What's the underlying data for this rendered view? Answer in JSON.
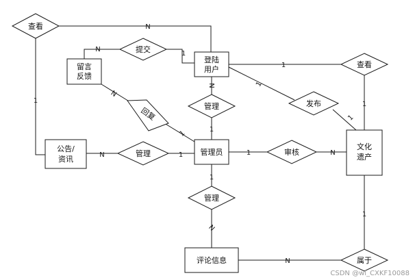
{
  "entities": {
    "login_user": [
      "登陆",
      "用户"
    ],
    "feedback": [
      "留言",
      "反馈"
    ],
    "notice": [
      "公告/",
      "资讯"
    ],
    "admin": [
      "管理员"
    ],
    "heritage": [
      "文化",
      "遗产"
    ],
    "comment": [
      "评论信息"
    ]
  },
  "relationships": {
    "view_left": "查看",
    "submit": "提交",
    "manage_top": "管理",
    "reply": "回复",
    "manage_left": "管理",
    "review": "审核",
    "manage_bottom": "管理",
    "view_right": "查看",
    "publish": "发布",
    "belong": "属于"
  },
  "cardinality": {
    "view_left_user": "N",
    "view_left_notice": "1",
    "submit_feedback": "N",
    "submit_user": "1",
    "manage_top_user": "N",
    "manage_top_admin": "1",
    "reply_feedback": "N",
    "reply_admin": "1",
    "manage_left_notice": "N",
    "manage_left_admin": "1",
    "review_admin": "1",
    "review_heritage": "N",
    "manage_bottom_admin": "1",
    "manage_bottom_comment": "N",
    "view_right_user": "1",
    "view_right_heritage": "1",
    "publish_user": "1",
    "publish_heritage": "1",
    "belong_heritage": "1",
    "belong_comment": "N"
  },
  "watermark": "CSDN @wl_CXKF10088"
}
